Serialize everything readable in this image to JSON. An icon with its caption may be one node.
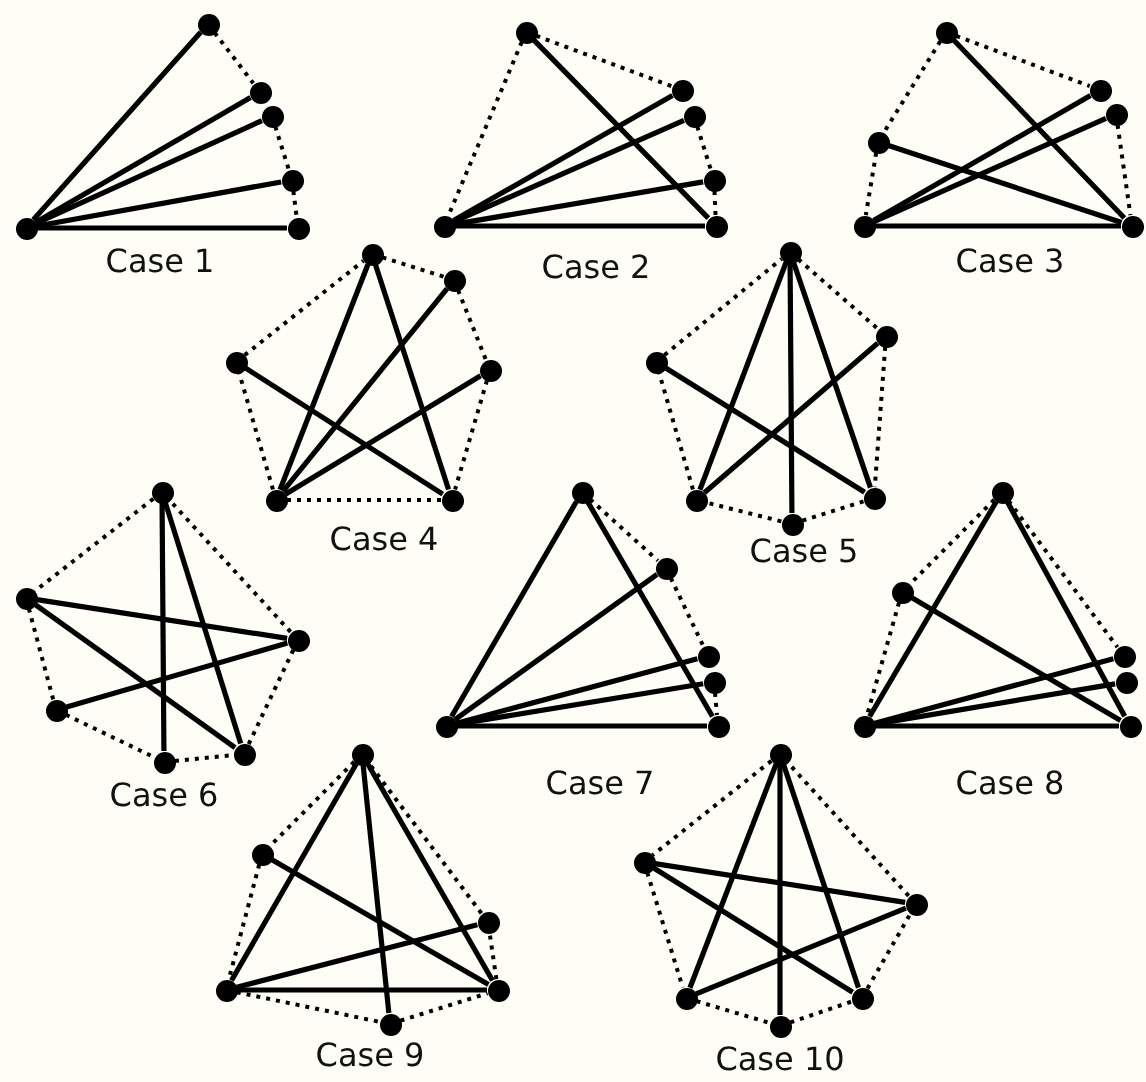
{
  "diagram": {
    "nodes": [
      {
        "text": [],
        "shape": "circle"
      },
      {
        "text": [],
        "shape": "circle"
      },
      {
        "text": [],
        "shape": "circle"
      },
      {
        "text": [],
        "shape": "circle"
      },
      {
        "text": [],
        "shape": "circle"
      },
      {
        "text": [],
        "shape": "circle"
      },
      {
        "text": [],
        "shape": "circle"
      },
      {
        "text": [],
        "shape": "circle"
      },
      {
        "text": [],
        "shape": "circle"
      },
      {
        "text": [],
        "shape": "circle"
      },
      {
        "text": [],
        "shape": "circle"
      },
      {
        "text": [],
        "shape": "circle"
      },
      {
        "text": [],
        "shape": "circle"
      },
      {
        "text": [],
        "shape": "circle"
      },
      {
        "text": [],
        "shape": "circle"
      },
      {
        "text": [],
        "shape": "circle"
      },
      {
        "text": [],
        "shape": "circle"
      },
      {
        "text": [],
        "shape": "circle"
      },
      {
        "text": [],
        "shape": "circle"
      },
      {
        "text": [],
        "shape": "circle"
      },
      {
        "text": [],
        "shape": "circle"
      },
      {
        "text": [],
        "shape": "circle"
      },
      {
        "text": [],
        "shape": "circle"
      },
      {
        "text": [],
        "shape": "circle"
      },
      {
        "text": [],
        "shape": "circle"
      },
      {
        "text": [],
        "shape": "circle"
      },
      {
        "text": [],
        "shape": "circle"
      },
      {
        "text": [],
        "shape": "circle"
      },
      {
        "text": [],
        "shape": "circle"
      },
      {
        "text": [],
        "shape": "circle"
      },
      {
        "text": [],
        "shape": "circle"
      },
      {
        "text": [],
        "shape": "circle"
      },
      {
        "text": [],
        "shape": "circle"
      },
      {
        "text": [],
        "shape": "circle"
      },
      {
        "text": [],
        "shape": "circle"
      },
      {
        "text": [],
        "shape": "circle"
      },
      {
        "text": [],
        "shape": "circle"
      },
      {
        "text": [],
        "shape": "circle"
      },
      {
        "text": [],
        "shape": "circle"
      },
      {
        "text": [],
        "shape": "circle"
      },
      {
        "text": [],
        "shape": "circle"
      },
      {
        "text": [],
        "shape": "circle"
      },
      {
        "text": [],
        "shape": "circle"
      },
      {
        "text": [],
        "shape": "circle"
      },
      {
        "text": [],
        "shape": "circle"
      },
      {
        "text": [],
        "shape": "circle"
      },
      {
        "text": [],
        "shape": "circle"
      },
      {
        "text": [],
        "shape": "circle"
      },
      {
        "text": [],
        "shape": "circle"
      },
      {
        "text": [],
        "shape": "circle"
      },
      {
        "text": [],
        "shape": "circle"
      },
      {
        "text": [],
        "shape": "circle"
      },
      {
        "text": [],
        "shape": "circle"
      },
      {
        "text": [],
        "shape": "circle"
      },
      {
        "text": [],
        "shape": "circle"
      },
      {
        "text": [],
        "shape": "circle"
      },
      {
        "text": [],
        "shape": "circle"
      },
      {
        "text": [],
        "shape": "circle"
      },
      {
        "text": [],
        "shape": "circle"
      },
      {
        "text": [],
        "shape": "circle"
      }
    ],
    "edges": [
      {
        "from": 5,
        "to": 0,
        "arrow": "none"
      },
      {
        "from": 5,
        "to": 1,
        "arrow": "none"
      },
      {
        "from": 5,
        "to": 2,
        "arrow": "none"
      },
      {
        "from": 5,
        "to": 3,
        "arrow": "none"
      },
      {
        "from": 5,
        "to": 4,
        "arrow": "none"
      },
      {
        "from": 0,
        "to": 1,
        "arrow": "none",
        "style": "dashed"
      },
      {
        "from": 2,
        "to": 3,
        "arrow": "none",
        "style": "dashed"
      },
      {
        "from": 3,
        "to": 4,
        "arrow": "none",
        "style": "dashed"
      },
      {
        "from": 11,
        "to": 7,
        "arrow": "none"
      },
      {
        "from": 11,
        "to": 8,
        "arrow": "none"
      },
      {
        "from": 11,
        "to": 9,
        "arrow": "none"
      },
      {
        "from": 11,
        "to": 10,
        "arrow": "none"
      },
      {
        "from": 6,
        "to": 10,
        "arrow": "none"
      },
      {
        "from": 6,
        "to": 11,
        "arrow": "none",
        "style": "dashed"
      },
      {
        "from": 6,
        "to": 7,
        "arrow": "none",
        "style": "dashed"
      },
      {
        "from": 8,
        "to": 9,
        "arrow": "none",
        "style": "dashed"
      },
      {
        "from": 9,
        "to": 10,
        "arrow": "none",
        "style": "dashed"
      },
      {
        "from": 12,
        "to": 17,
        "arrow": "none"
      },
      {
        "from": 15,
        "to": 17,
        "arrow": "none"
      },
      {
        "from": 16,
        "to": 13,
        "arrow": "none"
      },
      {
        "from": 16,
        "to": 14,
        "arrow": "none"
      },
      {
        "from": 16,
        "to": 17,
        "arrow": "none"
      },
      {
        "from": 12,
        "to": 15,
        "arrow": "none",
        "style": "dashed"
      },
      {
        "from": 15,
        "to": 16,
        "arrow": "none",
        "style": "dashed"
      },
      {
        "from": 12,
        "to": 13,
        "arrow": "none",
        "style": "dashed"
      },
      {
        "from": 14,
        "to": 17,
        "arrow": "none",
        "style": "dashed"
      },
      {
        "from": 18,
        "to": 22,
        "arrow": "none"
      },
      {
        "from": 18,
        "to": 23,
        "arrow": "none"
      },
      {
        "from": 20,
        "to": 23,
        "arrow": "none"
      },
      {
        "from": 19,
        "to": 22,
        "arrow": "none"
      },
      {
        "from": 21,
        "to": 22,
        "arrow": "none"
      },
      {
        "from": 20,
        "to": 18,
        "arrow": "none",
        "style": "dashed"
      },
      {
        "from": 18,
        "to": 19,
        "arrow": "none",
        "style": "dashed"
      },
      {
        "from": 19,
        "to": 21,
        "arrow": "none",
        "style": "dashed"
      },
      {
        "from": 21,
        "to": 23,
        "arrow": "none",
        "style": "dashed"
      },
      {
        "from": 23,
        "to": 22,
        "arrow": "none",
        "style": "dashed"
      },
      {
        "from": 22,
        "to": 20,
        "arrow": "none",
        "style": "dashed"
      },
      {
        "from": 24,
        "to": 27,
        "arrow": "none"
      },
      {
        "from": 24,
        "to": 29,
        "arrow": "none"
      },
      {
        "from": 24,
        "to": 28,
        "arrow": "none"
      },
      {
        "from": 26,
        "to": 28,
        "arrow": "none"
      },
      {
        "from": 25,
        "to": 27,
        "arrow": "none"
      },
      {
        "from": 26,
        "to": 24,
        "arrow": "none",
        "style": "dashed"
      },
      {
        "from": 24,
        "to": 25,
        "arrow": "none",
        "style": "dashed"
      },
      {
        "from": 25,
        "to": 28,
        "arrow": "none",
        "style": "dashed"
      },
      {
        "from": 28,
        "to": 29,
        "arrow": "none",
        "style": "dashed"
      },
      {
        "from": 29,
        "to": 27,
        "arrow": "none",
        "style": "dashed"
      },
      {
        "from": 27,
        "to": 26,
        "arrow": "none",
        "style": "dashed"
      },
      {
        "from": 30,
        "to": 35,
        "arrow": "none"
      },
      {
        "from": 30,
        "to": 34,
        "arrow": "none"
      },
      {
        "from": 31,
        "to": 32,
        "arrow": "none"
      },
      {
        "from": 31,
        "to": 34,
        "arrow": "none"
      },
      {
        "from": 33,
        "to": 32,
        "arrow": "none"
      },
      {
        "from": 30,
        "to": 31,
        "arrow": "none",
        "style": "dashed"
      },
      {
        "from": 31,
        "to": 33,
        "arrow": "none",
        "style": "dashed"
      },
      {
        "from": 33,
        "to": 35,
        "arrow": "none",
        "style": "dashed"
      },
      {
        "from": 35,
        "to": 34,
        "arrow": "none",
        "style": "dashed"
      },
      {
        "from": 34,
        "to": 32,
        "arrow": "none",
        "style": "dashed"
      },
      {
        "from": 32,
        "to": 30,
        "arrow": "none",
        "style": "dashed"
      },
      {
        "from": 40,
        "to": 36,
        "arrow": "none"
      },
      {
        "from": 36,
        "to": 41,
        "arrow": "none"
      },
      {
        "from": 40,
        "to": 37,
        "arrow": "none"
      },
      {
        "from": 40,
        "to": 38,
        "arrow": "none"
      },
      {
        "from": 40,
        "to": 39,
        "arrow": "none"
      },
      {
        "from": 40,
        "to": 41,
        "arrow": "none"
      },
      {
        "from": 36,
        "to": 37,
        "arrow": "none",
        "style": "dashed"
      },
      {
        "from": 37,
        "to": 38,
        "arrow": "none",
        "style": "dashed"
      },
      {
        "from": 39,
        "to": 41,
        "arrow": "none",
        "style": "dashed"
      },
      {
        "from": 46,
        "to": 42,
        "arrow": "none"
      },
      {
        "from": 42,
        "to": 47,
        "arrow": "none"
      },
      {
        "from": 43,
        "to": 47,
        "arrow": "none"
      },
      {
        "from": 46,
        "to": 44,
        "arrow": "none"
      },
      {
        "from": 46,
        "to": 45,
        "arrow": "none"
      },
      {
        "from": 46,
        "to": 47,
        "arrow": "none"
      },
      {
        "from": 42,
        "to": 43,
        "arrow": "none",
        "style": "dashed"
      },
      {
        "from": 43,
        "to": 46,
        "arrow": "none",
        "style": "dashed"
      },
      {
        "from": 42,
        "to": 44,
        "arrow": "none",
        "style": "dashed"
      },
      {
        "from": 48,
        "to": 51,
        "arrow": "none"
      },
      {
        "from": 48,
        "to": 52,
        "arrow": "none"
      },
      {
        "from": 48,
        "to": 53,
        "arrow": "none"
      },
      {
        "from": 49,
        "to": 52,
        "arrow": "none"
      },
      {
        "from": 51,
        "to": 50,
        "arrow": "none"
      },
      {
        "from": 51,
        "to": 52,
        "arrow": "none"
      },
      {
        "from": 48,
        "to": 49,
        "arrow": "none",
        "style": "dashed"
      },
      {
        "from": 49,
        "to": 51,
        "arrow": "none",
        "style": "dashed"
      },
      {
        "from": 51,
        "to": 53,
        "arrow": "none",
        "style": "dashed"
      },
      {
        "from": 53,
        "to": 52,
        "arrow": "none",
        "style": "dashed"
      },
      {
        "from": 52,
        "to": 50,
        "arrow": "none",
        "style": "dashed"
      },
      {
        "from": 50,
        "to": 48,
        "arrow": "none",
        "style": "dashed"
      },
      {
        "from": 54,
        "to": 57,
        "arrow": "none"
      },
      {
        "from": 54,
        "to": 59,
        "arrow": "none"
      },
      {
        "from": 54,
        "to": 58,
        "arrow": "none"
      },
      {
        "from": 55,
        "to": 56,
        "arrow": "none"
      },
      {
        "from": 55,
        "to": 58,
        "arrow": "none"
      },
      {
        "from": 57,
        "to": 56,
        "arrow": "none"
      },
      {
        "from": 54,
        "to": 55,
        "arrow": "none",
        "style": "dashed"
      },
      {
        "from": 55,
        "to": 57,
        "arrow": "none",
        "style": "dashed"
      },
      {
        "from": 57,
        "to": 59,
        "arrow": "none",
        "style": "dashed"
      },
      {
        "from": 59,
        "to": 58,
        "arrow": "none",
        "style": "dashed"
      },
      {
        "from": 58,
        "to": 56,
        "arrow": "none",
        "style": "dashed"
      },
      {
        "from": 56,
        "to": 54,
        "arrow": "none",
        "style": "dashed"
      }
    ],
    "labels": [
      "Case 1",
      "Case 2",
      "Case 3",
      "Case 4",
      "Case 5",
      "Case 6",
      "Case 7",
      "Case 8",
      "Case 9",
      "Case 10"
    ]
  }
}
